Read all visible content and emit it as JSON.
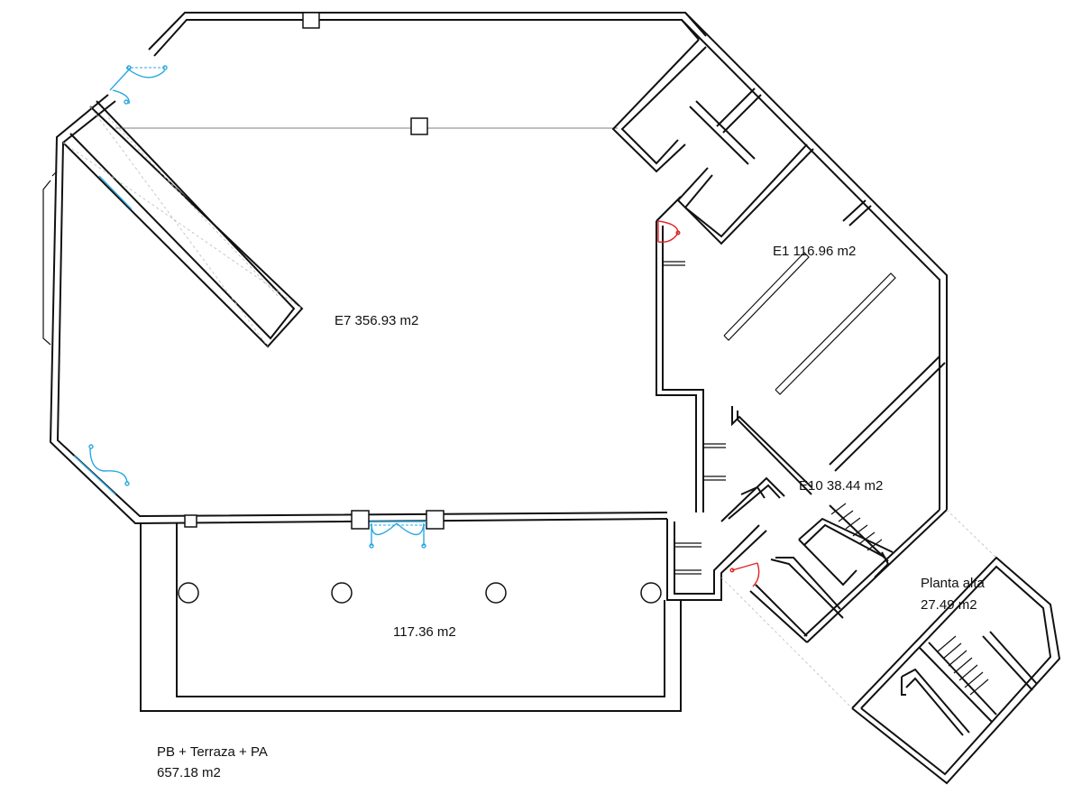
{
  "rooms": {
    "e7": "E7 356.93 m2",
    "e1": "E1 116.96 m2",
    "e10": "E10 38.44 m2",
    "terrace": "117.36 m2",
    "upper_title": "Planta alta",
    "upper_area": "27.49 m2"
  },
  "summary": {
    "line1": "PB + Terraza + PA",
    "line2": "657.18 m2"
  },
  "colors": {
    "wall": "#111111",
    "door_glass": "#29a8e0",
    "door_swing": "#e02424"
  }
}
